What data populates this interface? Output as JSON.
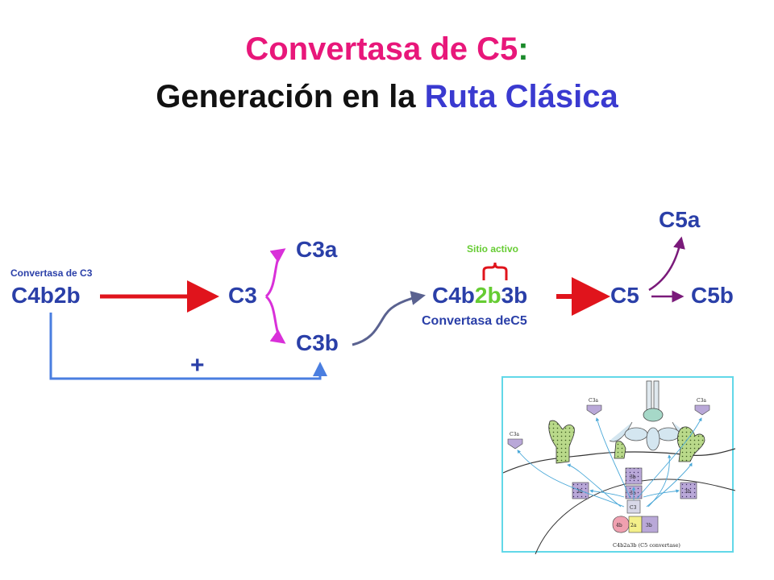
{
  "title": {
    "line1_part1": "Convertasa de C5",
    "line1_colon": ":",
    "line2_part1": "Generación en la ",
    "line2_part2": "Ruta Clásica"
  },
  "diagram": {
    "convertasa_c3_label": "Convertasa  de C3",
    "c4b2b": "C4b2b",
    "c3": "C3",
    "c3a": "C3a",
    "c3b": "C3b",
    "plus": "+",
    "sitio_activo": "Sitio activo",
    "c4b2b3b_a": "C4b",
    "c4b2b3b_b": "2b",
    "c4b2b3b_c": "3b",
    "convertasa_c5_label": "Convertasa deC5",
    "c5": "C5",
    "c5a": "C5a",
    "c5b": "C5b"
  },
  "inset": {
    "labels": {
      "c3a_left": "C3a",
      "c3a_top": "C3a",
      "c3a_right": "C3a",
      "b3_left": "3b",
      "b3_center_top": "3b",
      "b3_center": "3b",
      "b3_right": "3b",
      "c3_center": "C3",
      "b4": "4b",
      "a2": "2a",
      "b3_bottom": "3b",
      "caption": "C4b2a3b (C5 convertase)"
    }
  },
  "colors": {
    "title_pink": "#e8177a",
    "title_green": "#1a8a2a",
    "title_black": "#111111",
    "title_blue": "#3a3ad0",
    "text_blue": "#2a3fa8",
    "arrow_red": "#e0141c",
    "arrow_magenta": "#d930d9",
    "arrow_slate": "#5a6290",
    "arrow_purple": "#7a1a7a",
    "bracket_red": "#e0141c",
    "green_letters": "#66cc33",
    "line_blue": "#4a7ee0",
    "inset_border": "#62d8e8"
  }
}
